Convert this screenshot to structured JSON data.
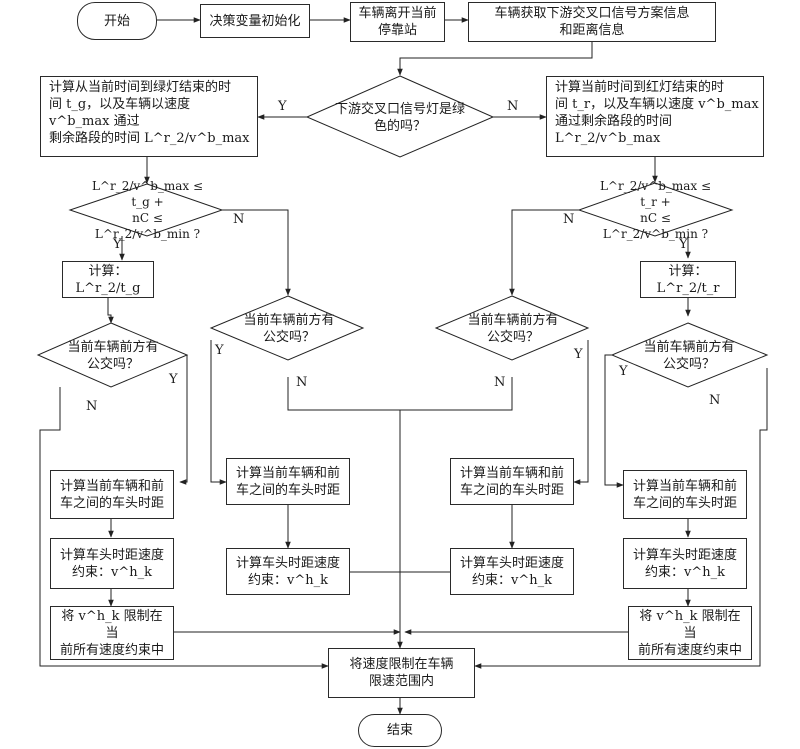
{
  "nodes": {
    "start": "开始",
    "init": "决策变量初始化",
    "leave_stop": "车辆离开当前\n停靠站",
    "get_info": "车辆获取下游交叉口信号方案信息\n和距离信息",
    "green_check": "下游交叉口信号灯是绿\n色的吗？",
    "calc_green_l1": "计算从当前时间到绿灯结束的时",
    "calc_green_l2": "间 t_g，以及车辆以速度 v^b_max 通过",
    "calc_green_l3": "剩余路段的时间 L^r_2/v^b_max",
    "calc_red_l1": "计算当前时间到红灯结束的时",
    "calc_red_l2": "间 t_r，以及车辆以速度 v^b_max",
    "calc_red_l3": "通过剩余路段的时间 L^r_2/v^b_max",
    "cond_green_l1": "L^r_2/v^b_max ≤ t_g +",
    "cond_green_l2": "nC ≤ L^r_2/v^b_min ?",
    "cond_red_l1": "L^r_2/v^b_max ≤ t_r +",
    "cond_red_l2": "nC ≤ L^r_2/v^b_min ?",
    "calc_lg": "计算：\nL^r_2/t_g",
    "calc_lr": "计算：\nL^r_2/t_r",
    "bus_ahead_1": "当前车辆前方有\n公交吗？",
    "bus_ahead_2": "当前车辆前方有\n公交吗？",
    "bus_ahead_3": "当前车辆前方有\n公交吗？",
    "bus_ahead_4": "当前车辆前方有\n公交吗？",
    "headway_1": "计算当前车辆和前\n车之间的车头时距",
    "headway_2": "计算当前车辆和前\n车之间的车头时距",
    "headway_3": "计算当前车辆和前\n车之间的车头时距",
    "headway_4": "计算当前车辆和前\n车之间的车头时距",
    "speed_con_1": "计算车头时距速度\n约束：v^h_k",
    "speed_con_2": "计算车头时距速度\n约束：v^h_k",
    "speed_con_3": "计算车头时距速度\n约束：v^h_k",
    "speed_con_4": "计算车头时距速度\n约束：v^h_k",
    "limit_1": "将 v^h_k 限制在当\n前所有速度约束中",
    "limit_2": "将 v^h_k 限制在当\n前所有速度约束中",
    "final_limit": "将速度限制在车辆\n限速范围内",
    "end": "结束"
  },
  "labels": {
    "yes": "Y",
    "no": "N"
  }
}
